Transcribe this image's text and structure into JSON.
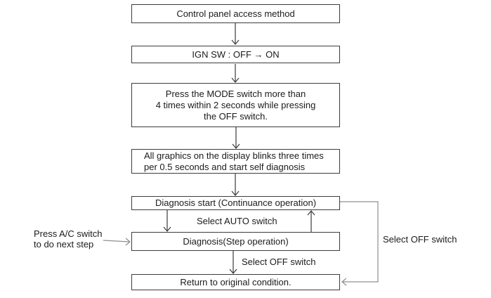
{
  "flowchart": {
    "title_hint": "Control panel self diagnosis flowchart",
    "boxes": {
      "control_panel": {
        "text": "Control panel access method"
      },
      "ign_sw": {
        "text": "IGN SW : OFF → ON"
      },
      "press_mode": {
        "line1": "Press the MODE switch more than",
        "line2": "4 times within 2 seconds while pressing",
        "line3": "the OFF switch."
      },
      "graphics_blink": {
        "line1": "All graphics on the display blinks three times",
        "line2": "per 0.5 seconds and start self diagnosis"
      },
      "diagnosis_start": {
        "text": "Diagnosis start (Continuance operation)"
      },
      "diagnosis_step": {
        "text": "Diagnosis(Step operation)"
      },
      "return_original": {
        "text": "Return to original condition."
      }
    },
    "labels": {
      "select_auto": "Select AUTO switch",
      "select_off_step": "Select OFF switch",
      "select_off_loop": "Select OFF switch",
      "press_ac_line1": "Press A/C switch",
      "press_ac_line2": "to do next step"
    },
    "colors": {
      "background": "#ffffff",
      "box-border": "#3c3c3c",
      "text": "#1b1b1b",
      "line": "#3a3a3a",
      "line-gray": "#8f8f8f"
    }
  }
}
